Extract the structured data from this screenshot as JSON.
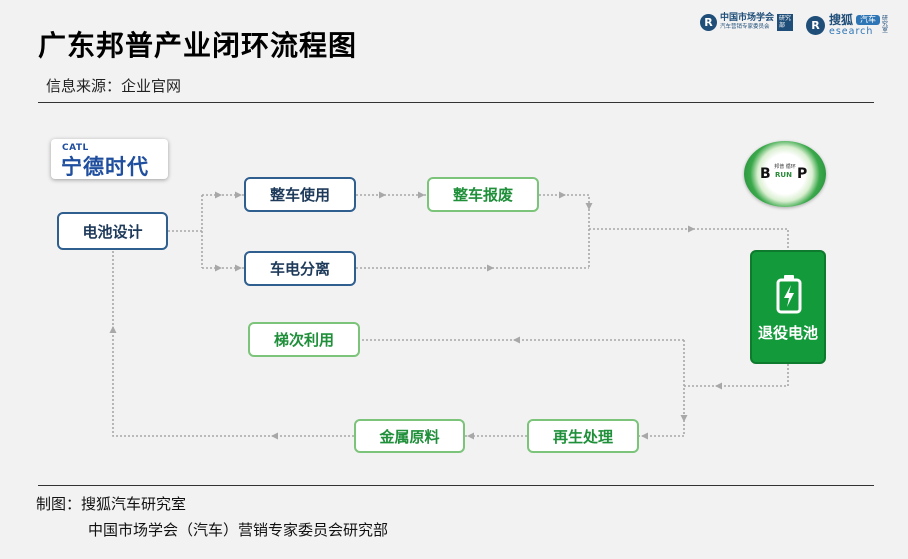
{
  "header": {
    "title": "广东邦普产业闭环流程图",
    "source": "信息来源：企业官网"
  },
  "logos": {
    "cma": {
      "mark": "R",
      "line1": "中国市场学会",
      "line2": "汽车营销专家委员会",
      "tag": "研究部"
    },
    "sohu": {
      "mark": "R",
      "name_cn": "搜狐",
      "pill": "汽车",
      "name_en": "esearch",
      "side": "研究室"
    },
    "catl": {
      "en": "CATL",
      "cn": "宁德时代"
    },
    "brunp": {
      "cn": "邦普 循环",
      "b": "B",
      "run": "RUN",
      "p": "P"
    }
  },
  "nodes": {
    "battery_design": "电池设计",
    "vehicle_use": "整车使用",
    "vehicle_scrap": "整车报废",
    "vehicle_battery_separation": "车电分离",
    "cascade_use": "梯次利用",
    "retired_battery": "退役电池",
    "recycling": "再生处理",
    "metal_material": "金属原料"
  },
  "colors": {
    "blue_border": "#2f5f8f",
    "green_border": "#7cc47a",
    "green_text": "#1f8f3a",
    "retired_fill": "#139a3a",
    "connector": "#a8a8a8"
  },
  "footer": {
    "line1": "制图：搜狐汽车研究室",
    "line2": "中国市场学会（汽车）营销专家委员会研究部"
  }
}
